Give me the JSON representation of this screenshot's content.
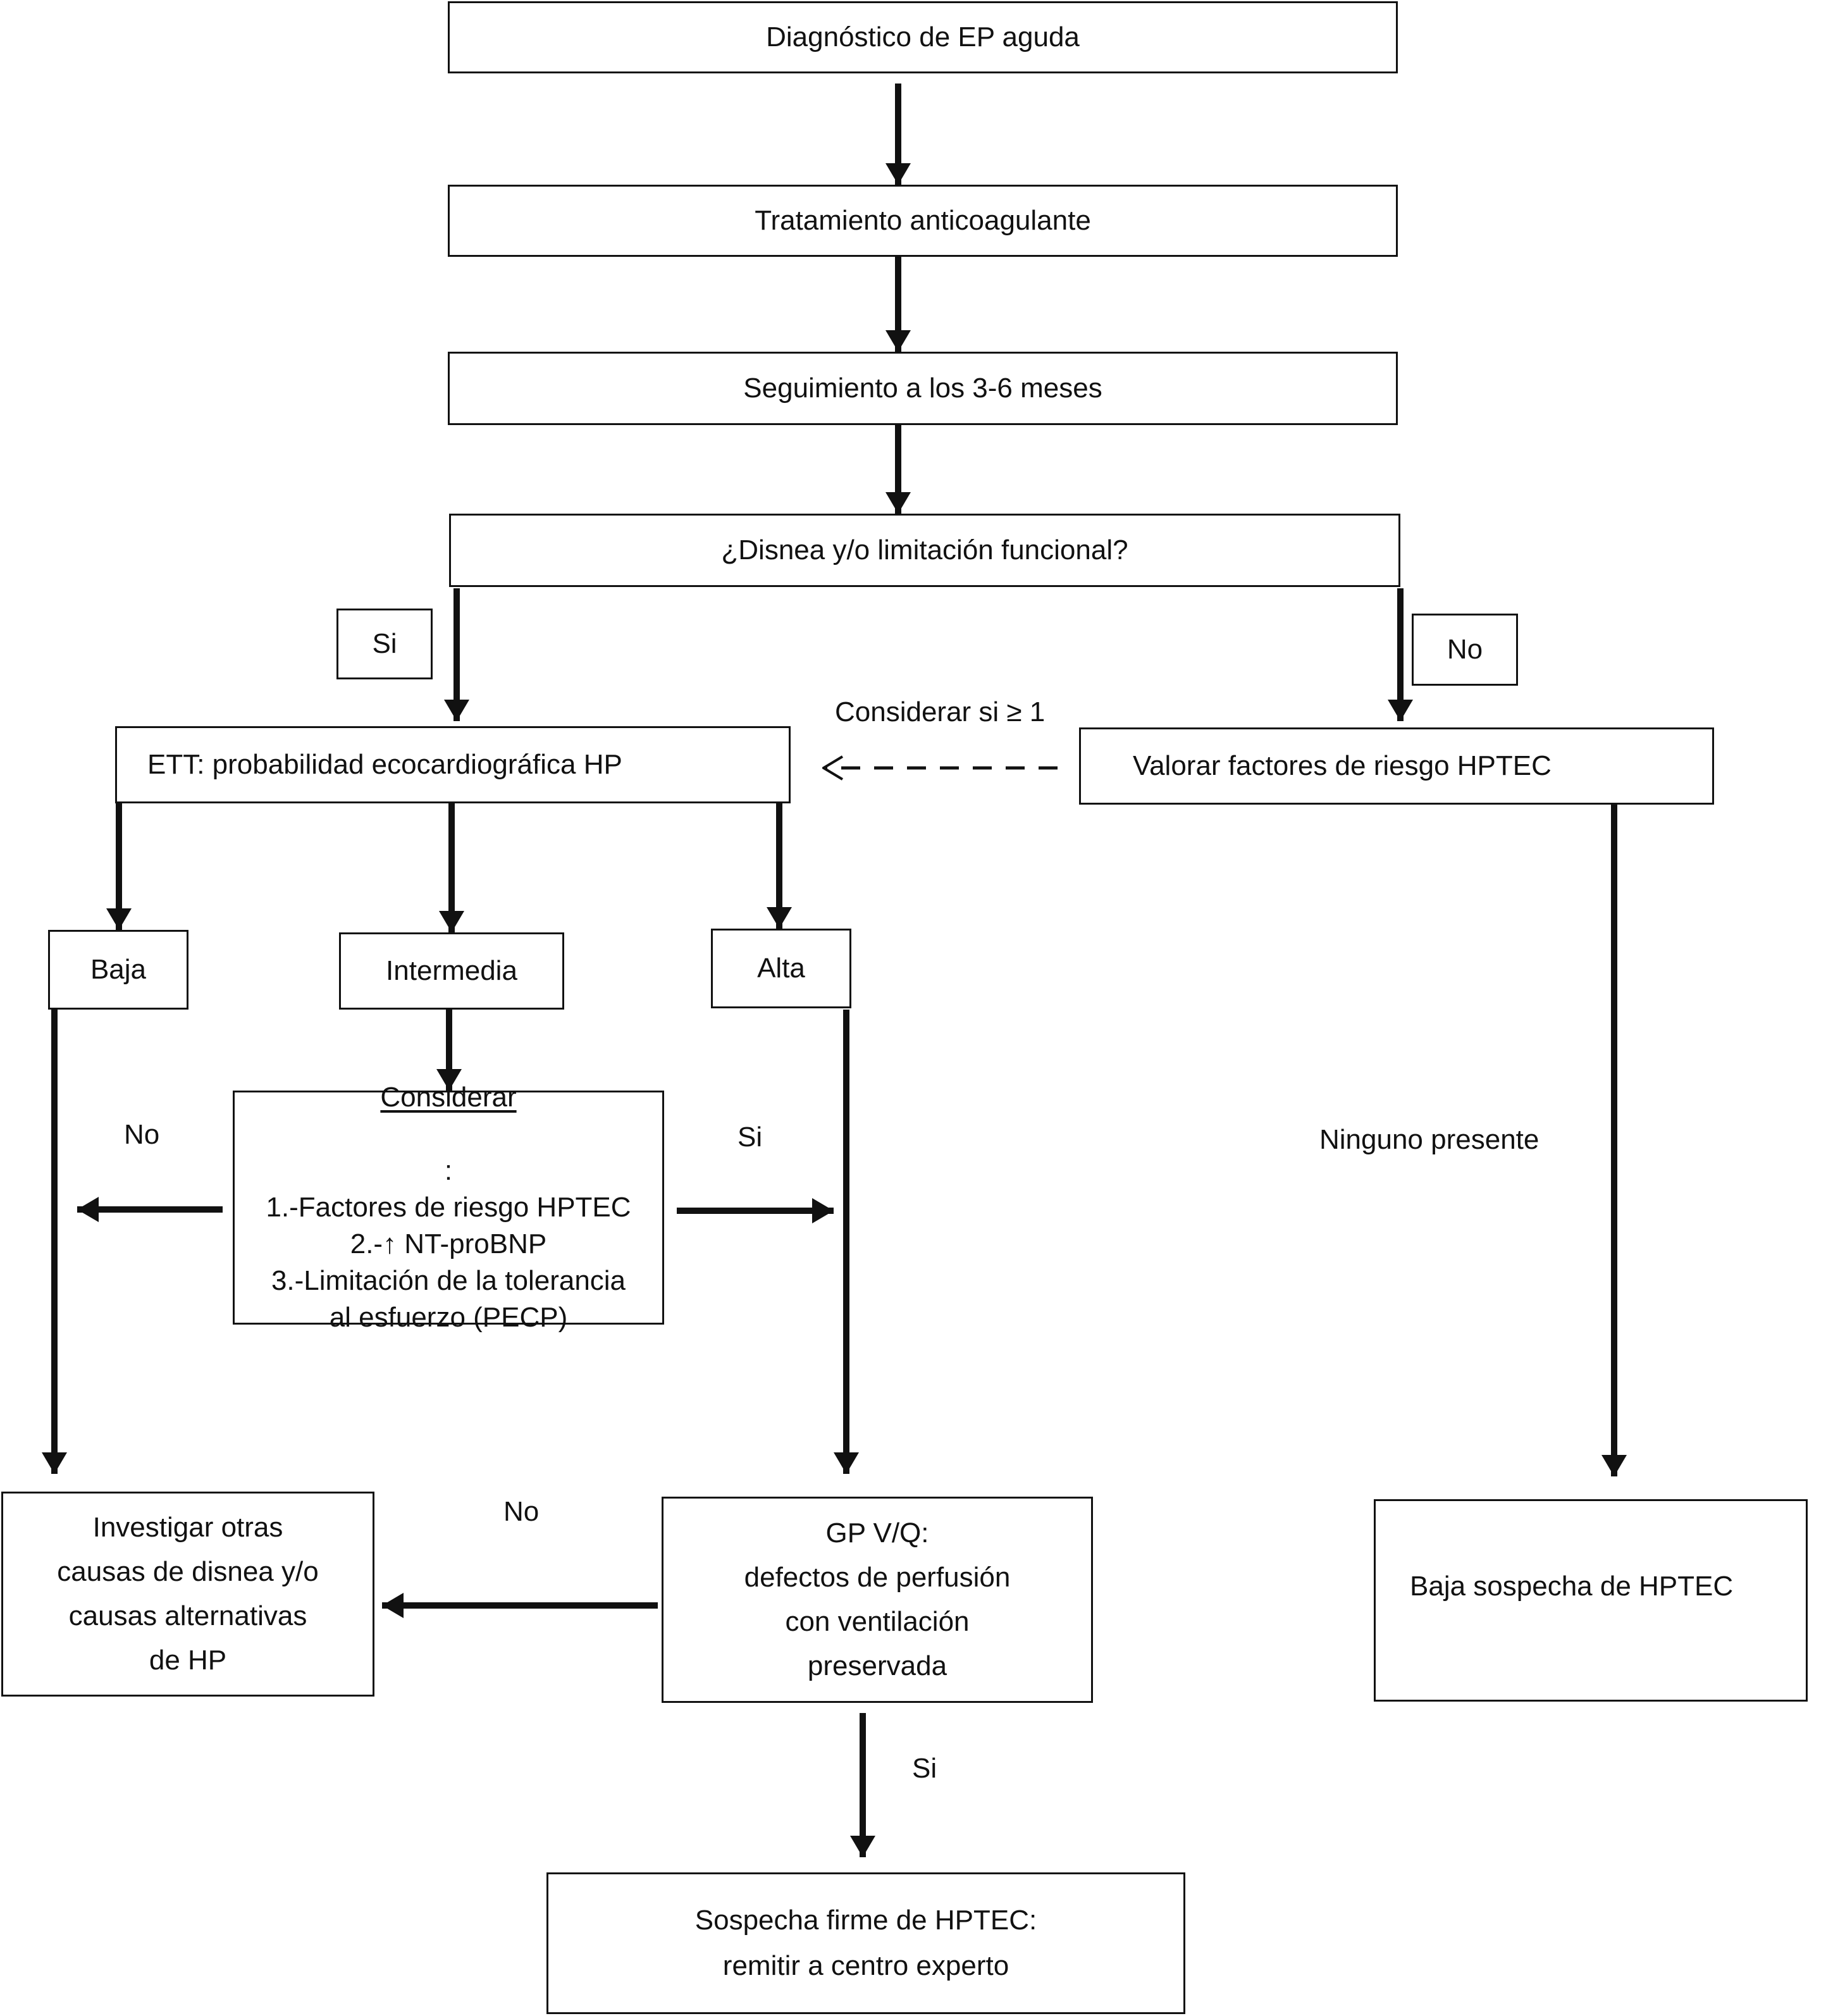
{
  "nodes": {
    "diagnostico": "Diagnóstico de EP aguda",
    "tratamiento": "Tratamiento anticoagulante",
    "seguimiento": "Seguimiento a los 3-6 meses",
    "disnea": "¿Disnea y/o limitación funcional?",
    "ett": "ETT: probabilidad ecocardiográfica HP",
    "valorar": "Valorar factores de riesgo HPTEC",
    "baja": "Baja",
    "intermedia": "Intermedia",
    "alta": "Alta",
    "considerar": {
      "title": "Considerar",
      "title_suffix": ":",
      "items": [
        "1.-Factores de riesgo HPTEC",
        "2.-↑ NT-proBNP",
        "3.-Limitación de la tolerancia",
        "al esfuerzo (PECP)"
      ]
    },
    "investigar": [
      "Investigar otras",
      "causas de disnea y/o",
      "causas alternativas",
      "de HP"
    ],
    "gp": [
      "GP V/Q:",
      "defectos de perfusión",
      "con ventilación",
      "preservada"
    ],
    "baja_sospecha": "Baja sospecha de HPTEC",
    "sospecha_firme": [
      "Sospecha firme de HPTEC:",
      "remitir a centro experto"
    ]
  },
  "labels": {
    "si_box": "Si",
    "no_box": "No",
    "considerar_si": "Considerar si ≥ 1",
    "no_left": "No",
    "si_right": "Si",
    "ninguno": "Ninguno presente",
    "no_bottom": "No",
    "si_bottom": "Si"
  },
  "colors": {
    "stroke": "#111111",
    "background": "#ffffff"
  }
}
